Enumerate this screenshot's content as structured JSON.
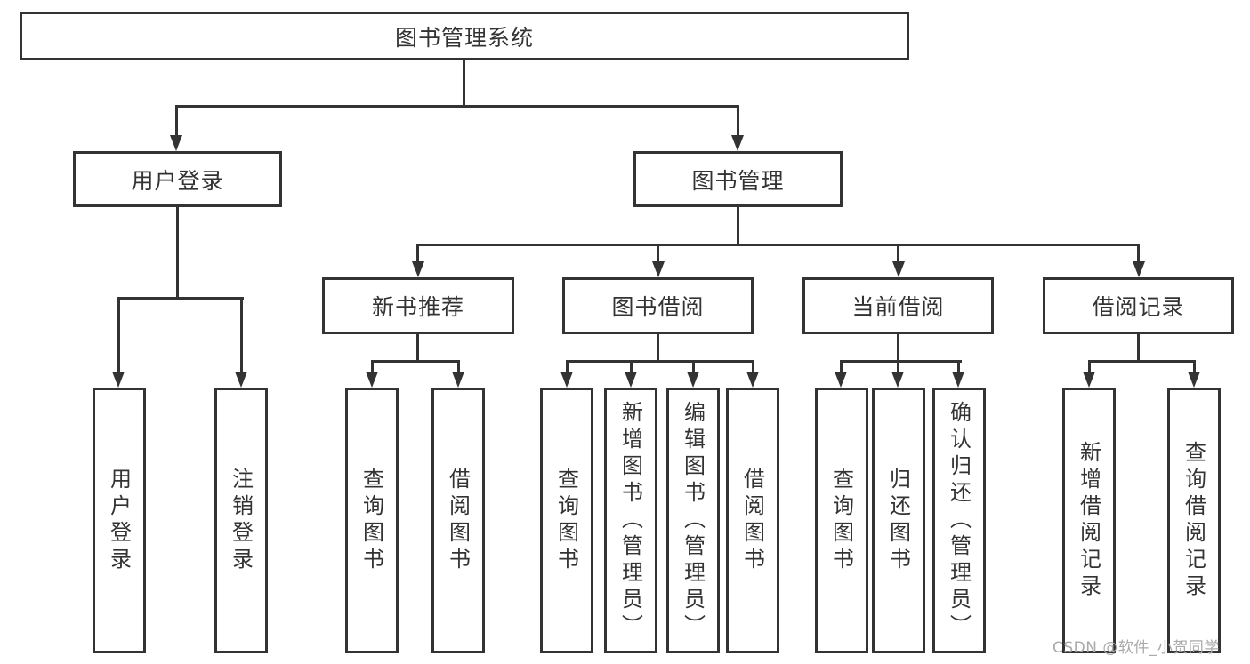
{
  "tree": {
    "root": "图书管理系统",
    "user_login": {
      "label": "用户登录",
      "children": [
        "用户登录",
        "注销登录"
      ]
    },
    "book_mgmt": {
      "label": "图书管理",
      "sections": [
        {
          "label": "新书推荐",
          "children": [
            "查询图书",
            "借阅图书"
          ]
        },
        {
          "label": "图书借阅",
          "children": [
            "查询图书",
            "新增图书（管理员）",
            "编辑图书（管理员）",
            "借阅图书"
          ]
        },
        {
          "label": "当前借阅",
          "children": [
            "查询图书",
            "归还图书",
            "确认归还（管理员）"
          ]
        },
        {
          "label": "借阅记录",
          "children": [
            "新增借阅记录",
            "查询借阅记录"
          ]
        }
      ]
    }
  },
  "watermark": "CSDN @软件_小贺同学",
  "colors": {
    "line": "#333333",
    "text": "#333333",
    "watermark": "#aaaaaa",
    "background": "#ffffff"
  }
}
